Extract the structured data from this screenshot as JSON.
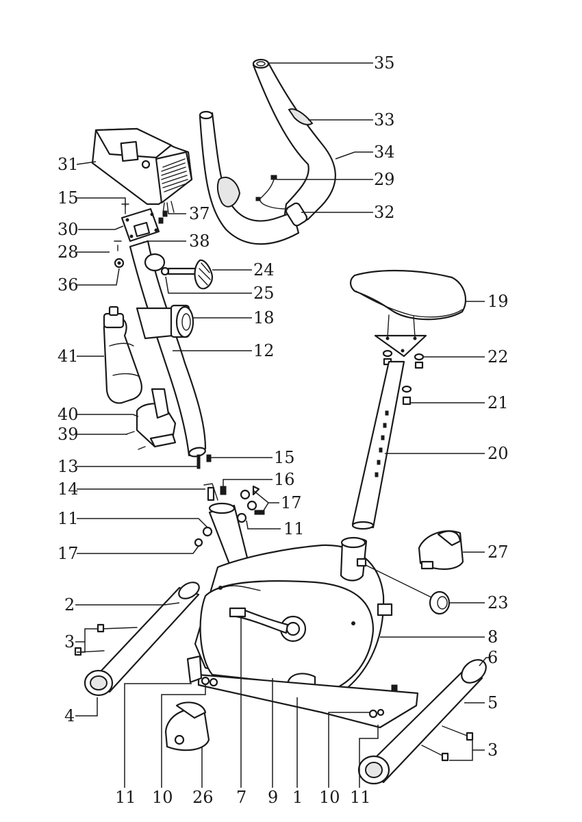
{
  "callouts": [
    {
      "id": "c35",
      "text": "35"
    },
    {
      "id": "c33",
      "text": "33"
    },
    {
      "id": "c34",
      "text": "34"
    },
    {
      "id": "c29",
      "text": "29"
    },
    {
      "id": "c32",
      "text": "32"
    },
    {
      "id": "c31",
      "text": "31"
    },
    {
      "id": "c15a",
      "text": "15"
    },
    {
      "id": "c37",
      "text": "37"
    },
    {
      "id": "c30",
      "text": "30"
    },
    {
      "id": "c38",
      "text": "38"
    },
    {
      "id": "c28",
      "text": "28"
    },
    {
      "id": "c24",
      "text": "24"
    },
    {
      "id": "c36",
      "text": "36"
    },
    {
      "id": "c25",
      "text": "25"
    },
    {
      "id": "c19",
      "text": "19"
    },
    {
      "id": "c18",
      "text": "18"
    },
    {
      "id": "c12",
      "text": "12"
    },
    {
      "id": "c41",
      "text": "41"
    },
    {
      "id": "c22",
      "text": "22"
    },
    {
      "id": "c21",
      "text": "21"
    },
    {
      "id": "c40",
      "text": "40"
    },
    {
      "id": "c39",
      "text": "39"
    },
    {
      "id": "c20",
      "text": "20"
    },
    {
      "id": "c15b",
      "text": "15"
    },
    {
      "id": "c13",
      "text": "13"
    },
    {
      "id": "c16",
      "text": "16"
    },
    {
      "id": "c14",
      "text": "14"
    },
    {
      "id": "c17a",
      "text": "17"
    },
    {
      "id": "c11a",
      "text": "11"
    },
    {
      "id": "c11b",
      "text": "11"
    },
    {
      "id": "c17b",
      "text": "17"
    },
    {
      "id": "c27",
      "text": "27"
    },
    {
      "id": "c2",
      "text": "2"
    },
    {
      "id": "c23",
      "text": "23"
    },
    {
      "id": "c8",
      "text": "8"
    },
    {
      "id": "c3a",
      "text": "3"
    },
    {
      "id": "c6",
      "text": "6"
    },
    {
      "id": "c5",
      "text": "5"
    },
    {
      "id": "c4",
      "text": "4"
    },
    {
      "id": "c3b",
      "text": "3"
    },
    {
      "id": "c11c",
      "text": "11"
    },
    {
      "id": "c10a",
      "text": "10"
    },
    {
      "id": "c26",
      "text": "26"
    },
    {
      "id": "c7",
      "text": "7"
    },
    {
      "id": "c9",
      "text": "9"
    },
    {
      "id": "c1",
      "text": "1"
    },
    {
      "id": "c10b",
      "text": "10"
    },
    {
      "id": "c11d",
      "text": "11"
    }
  ]
}
